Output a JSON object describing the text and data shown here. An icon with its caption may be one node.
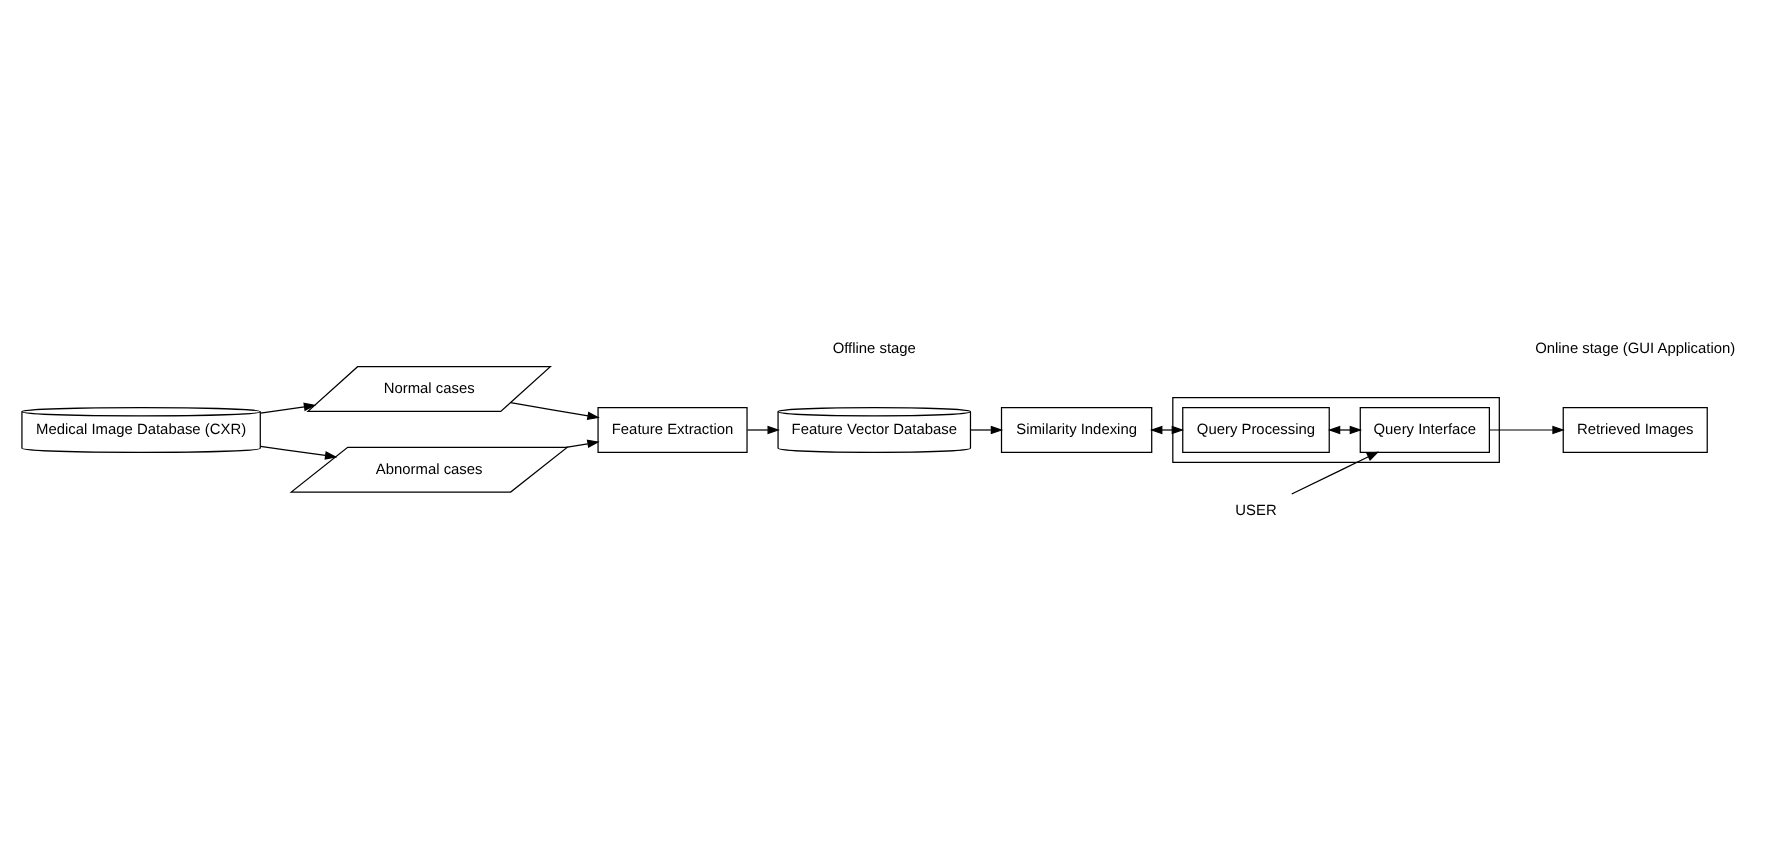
{
  "diagram": {
    "nodes": [
      {
        "text": [
          "Medical Image Database (CXR)"
        ]
      },
      {
        "text": [
          "Normal cases"
        ]
      },
      {
        "text": [
          "Abnormal cases"
        ]
      },
      {
        "text": [
          "Feature Extraction"
        ]
      },
      {
        "text": [
          "Feature Vector Database"
        ]
      },
      {
        "text": [
          "Similarity Indexing"
        ]
      },
      {
        "text": [],
        "shape": "box"
      },
      {
        "text": [
          "Query Processing"
        ],
        "in": 6
      },
      {
        "text": [
          "Query Interface"
        ],
        "in": 6
      },
      {
        "text": [
          "USER"
        ]
      },
      {
        "text": [
          "Retrieved Images"
        ]
      }
    ],
    "edges": [
      {
        "from": 0,
        "to": 1,
        "arrow": "to"
      },
      {
        "from": 0,
        "to": 2,
        "arrow": "to"
      },
      {
        "from": 1,
        "to": 3,
        "arrow": "to"
      },
      {
        "from": 2,
        "to": 3,
        "arrow": "to"
      },
      {
        "from": 3,
        "to": 4,
        "arrow": "to"
      },
      {
        "from": 4,
        "to": 5,
        "arrow": "to"
      },
      {
        "from": 5,
        "to": 7,
        "arrow": "both"
      },
      {
        "from": 7,
        "to": 8,
        "arrow": "both"
      },
      {
        "from": 9,
        "to": 8,
        "arrow": "to"
      },
      {
        "from": 8,
        "to": 10,
        "arrow": "to"
      }
    ],
    "labels": [
      "Offline stage",
      "Online stage (GUI Application)"
    ]
  }
}
